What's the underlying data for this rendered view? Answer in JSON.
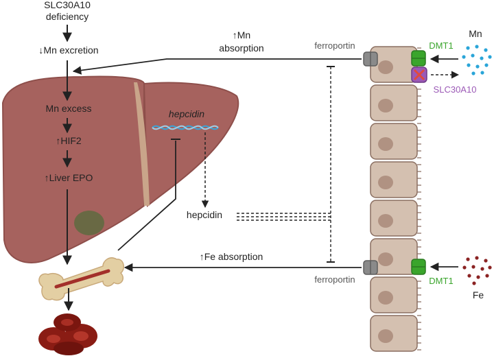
{
  "labels": {
    "slc_line1": "SLC30A10",
    "slc_line2": "deficiency",
    "mn_excretion": "↓Mn excretion",
    "mn_excess": "Mn excess",
    "hif2": "↑HIF2",
    "liver_epo": "↑Liver EPO",
    "hepcidin_gene": "hepcidin",
    "hepcidin_protein": "hepcidin",
    "mn_absorption_line1": "↑Mn",
    "mn_absorption_line2": "absorption",
    "fe_absorption": "↑Fe absorption",
    "ferroportin_top": "ferroportin",
    "ferroportin_bottom": "ferroportin",
    "dmt1_top": "DMT1",
    "dmt1_bottom": "DMT1",
    "slc30a10": "SLC30A10",
    "mn": "Mn",
    "fe": "Fe"
  },
  "colors": {
    "liver": "#a6625e",
    "liver_dark": "#8e4f4b",
    "gallbladder": "#5e6b3f",
    "ligament": "#c9a58a",
    "cell": "#d4c0b0",
    "nucleus": "#b09282",
    "dmt1": "#3aa52c",
    "slc30a10": "#9b59b6",
    "ferroportin": "#8a8a8a",
    "mn_dots": "#2aa5d8",
    "fe_dots": "#8b2323",
    "rbc": "#8a1c14",
    "dna": "#3aa4d8"
  },
  "icons": {
    "liver": "liver-icon",
    "bone": "bone-marrow-icon",
    "rbc": "red-blood-cells-icon",
    "dna": "dna-icon",
    "enterocytes": "intestinal-epithelium-icon"
  }
}
